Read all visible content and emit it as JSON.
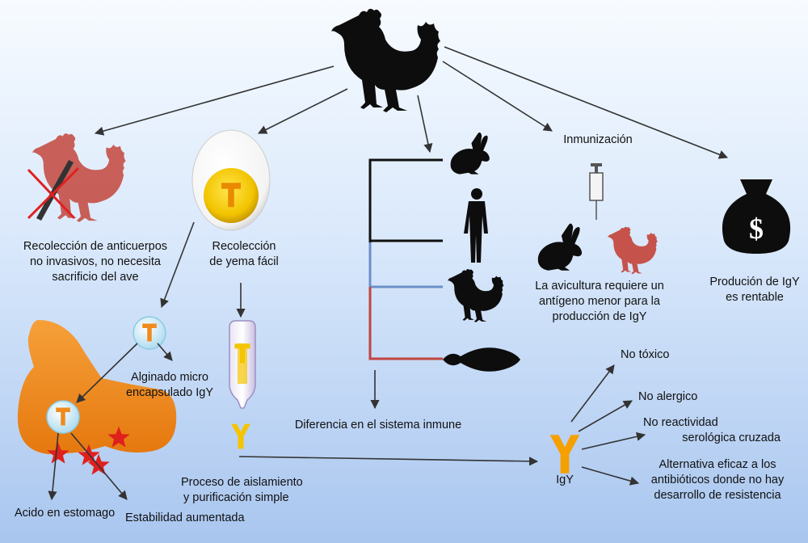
{
  "labels": {
    "collection": [
      "Recolección de anticuerpos",
      "no invasivos, no necesita",
      "sacrificio del ave"
    ],
    "yolk": [
      "Recolección",
      "de yema fácil"
    ],
    "immunization": "Inmunización",
    "poultry": [
      "La avicultura requiere un",
      "antígeno menor para la",
      "producción de IgY"
    ],
    "profitable": [
      "Produción de IgY",
      "es rentable"
    ],
    "alginate": [
      "Alginado micro",
      "encapsulado IgY"
    ],
    "immune_diff": "Diferencia en el sistema inmune",
    "process": [
      "Proceso de aislamiento",
      "y purificación simple"
    ],
    "igy": "IgY",
    "no_toxic": "No tóxico",
    "no_allergic": "No alergico",
    "no_reactivity": [
      "No reactividad",
      "serológica cruzada"
    ],
    "alternative": [
      "Alternativa eficaz a los",
      "antibióticos donde no hay",
      "desarrollo de resistencia"
    ],
    "acid": "Acido en estomago",
    "stability": "Estabilidad aumentada",
    "dollar": "$"
  },
  "colors": {
    "hen_black": "#0d0d0d",
    "hen_red": "#c6534b",
    "stomach_orange": "#f08a1e",
    "igy_orange": "#f5a000",
    "yolk_yellow": "#f2c400",
    "arrow": "#333333",
    "tree_black": "#111111",
    "tree_blue": "#6b8fc8",
    "tree_red": "#c0453f",
    "star_red": "#e0201d"
  }
}
